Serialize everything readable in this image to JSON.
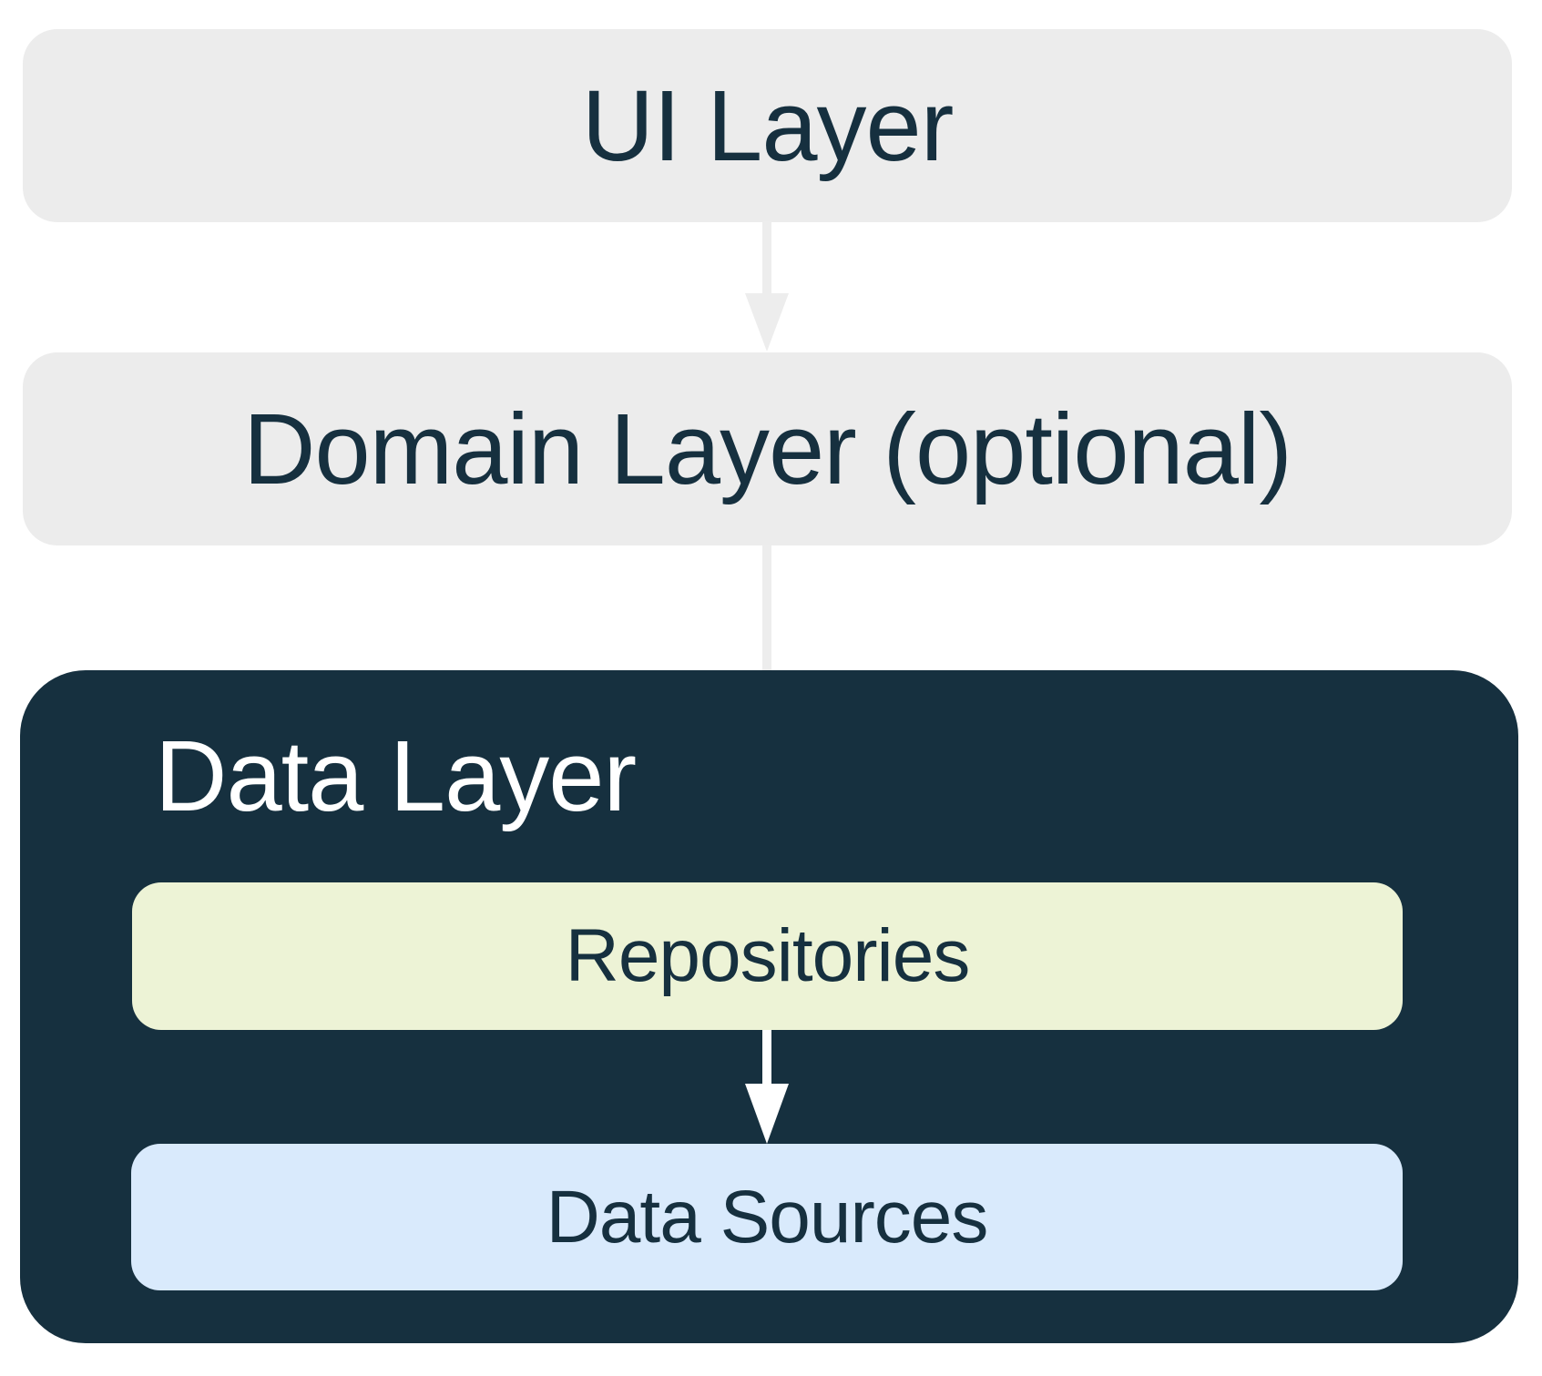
{
  "diagram": {
    "description": "App architecture layers diagram",
    "nodes": {
      "ui_layer": {
        "label": "UI Layer"
      },
      "domain_layer": {
        "label": "Domain Layer (optional)"
      },
      "data_layer": {
        "label": "Data Layer"
      },
      "repositories": {
        "label": "Repositories"
      },
      "data_sources": {
        "label": "Data Sources"
      }
    },
    "edges": [
      {
        "from": "ui_layer",
        "to": "domain_layer"
      },
      {
        "from": "domain_layer",
        "to": "repositories"
      },
      {
        "from": "repositories",
        "to": "data_sources"
      }
    ],
    "colors": {
      "background": "#FFFFFF",
      "layer_box_gray": "#ECECEC",
      "data_layer_navy": "#16303F",
      "repositories_green": "#EDF3D6",
      "data_sources_blue": "#D9EAFC",
      "text_dark": "#16303F",
      "text_light": "#FFFFFF",
      "arrow_gray": "#EDEDED",
      "arrow_white": "#FFFFFF"
    }
  }
}
